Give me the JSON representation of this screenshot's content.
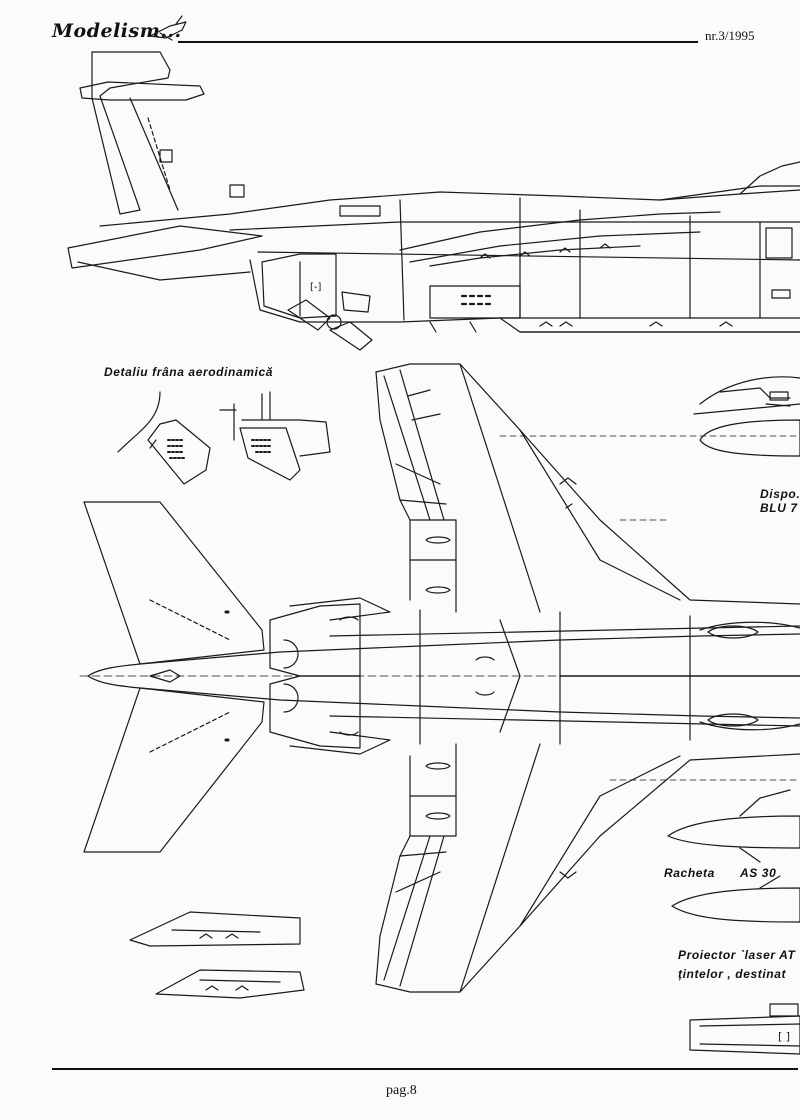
{
  "header": {
    "logo_text": "Modelism...",
    "issue": "nr.3/1995"
  },
  "captions": {
    "airbrake_detail": "Detaliu frâna aerodinamică",
    "dispenser_1": "Dispo.",
    "dispenser_2": "BLU 7",
    "missile": "Racheta",
    "missile_name": "AS 30",
    "projector_1": "Proiector `laser AT",
    "projector_2": "țintelor , destinat"
  },
  "footer": {
    "page": "pag.8"
  }
}
